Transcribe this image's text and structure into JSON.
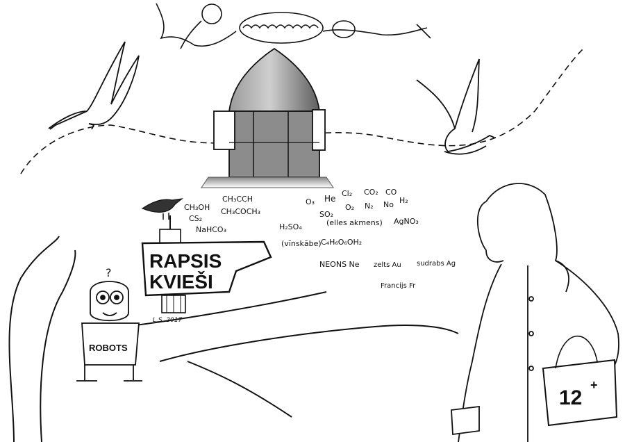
{
  "signpost": {
    "line1": "RAPSIS",
    "line2": "KVIEŠI"
  },
  "signature": "L.S. 2017",
  "robot": {
    "question": "?",
    "label": "ROBOTS"
  },
  "bag": {
    "age_rating": "12",
    "plus": "+"
  },
  "formulas": {
    "ch3cch": "CH₃CCH",
    "ch3oh": "CH₃OH",
    "ch3coch3": "CH₃COCH₃",
    "cs2": "CS₂",
    "nahco3": "NaHCO₃",
    "o3": "O₃",
    "he": "He",
    "cl2": "Cl₂",
    "co2": "CO₂",
    "co": "CO",
    "h2": "H₂",
    "so2": "SO₂",
    "o2": "O₂",
    "n2": "N₂",
    "no": "No",
    "h2so4": "H₂SO₄",
    "elles": "(elles akmens)",
    "agno3": "AgNO₃",
    "vinskabe": "(vīnskābe)",
    "tartaric": "C₄H₆O₆OH₂"
  },
  "elements": {
    "neons": "NEONS Ne",
    "zelts": "zelts Au",
    "sudrabs": "sudrabs Ag",
    "francijs": "Francijs Fr"
  }
}
